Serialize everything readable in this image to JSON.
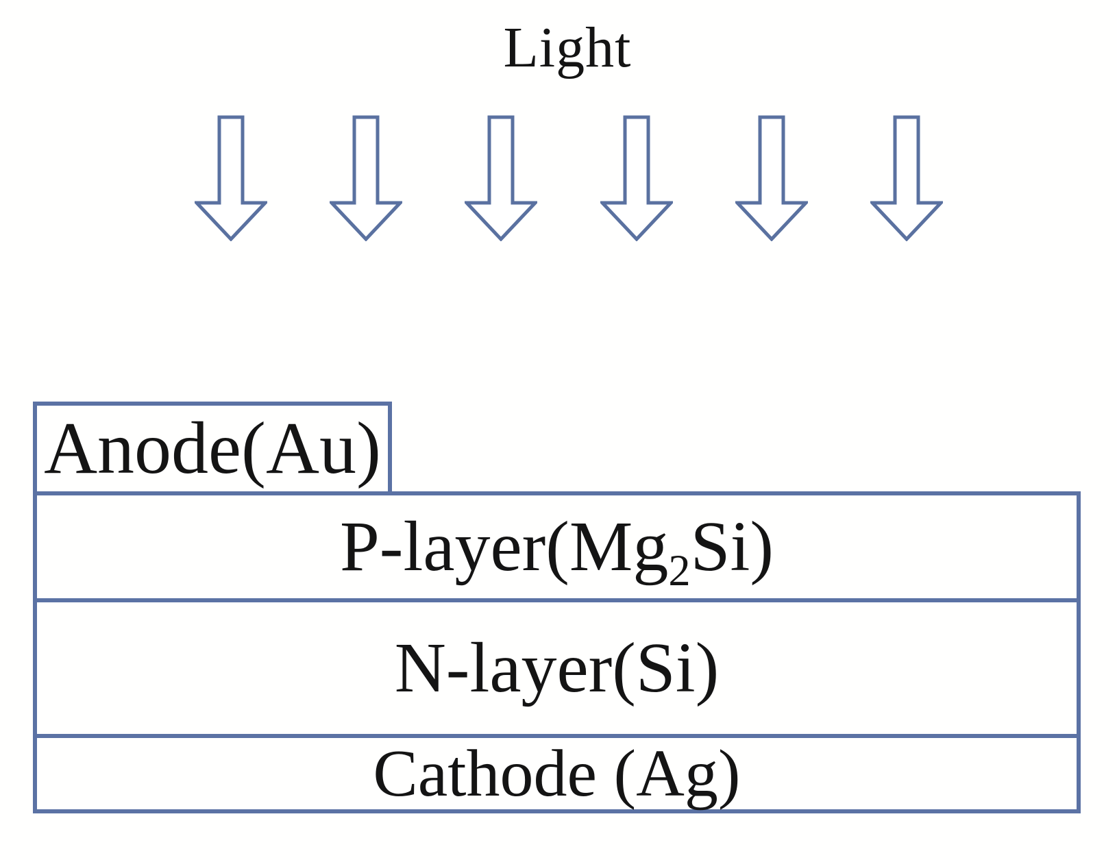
{
  "diagram": {
    "title": "Light",
    "light_arrows": {
      "count": 6,
      "direction": "down"
    },
    "layers": {
      "anode": {
        "label": "Anode(Au)"
      },
      "p_layer": {
        "label_prefix": "P-layer(Mg",
        "label_sub": "2",
        "label_suffix": "Si)"
      },
      "n_layer": {
        "label": "N-layer(Si)"
      },
      "cathode": {
        "label": "Cathode (Ag)"
      }
    },
    "colors": {
      "outline_blue": "#5b72a4",
      "arrow_blue": "#5a71a0",
      "text": "#141414",
      "background": "#fffffe"
    }
  }
}
